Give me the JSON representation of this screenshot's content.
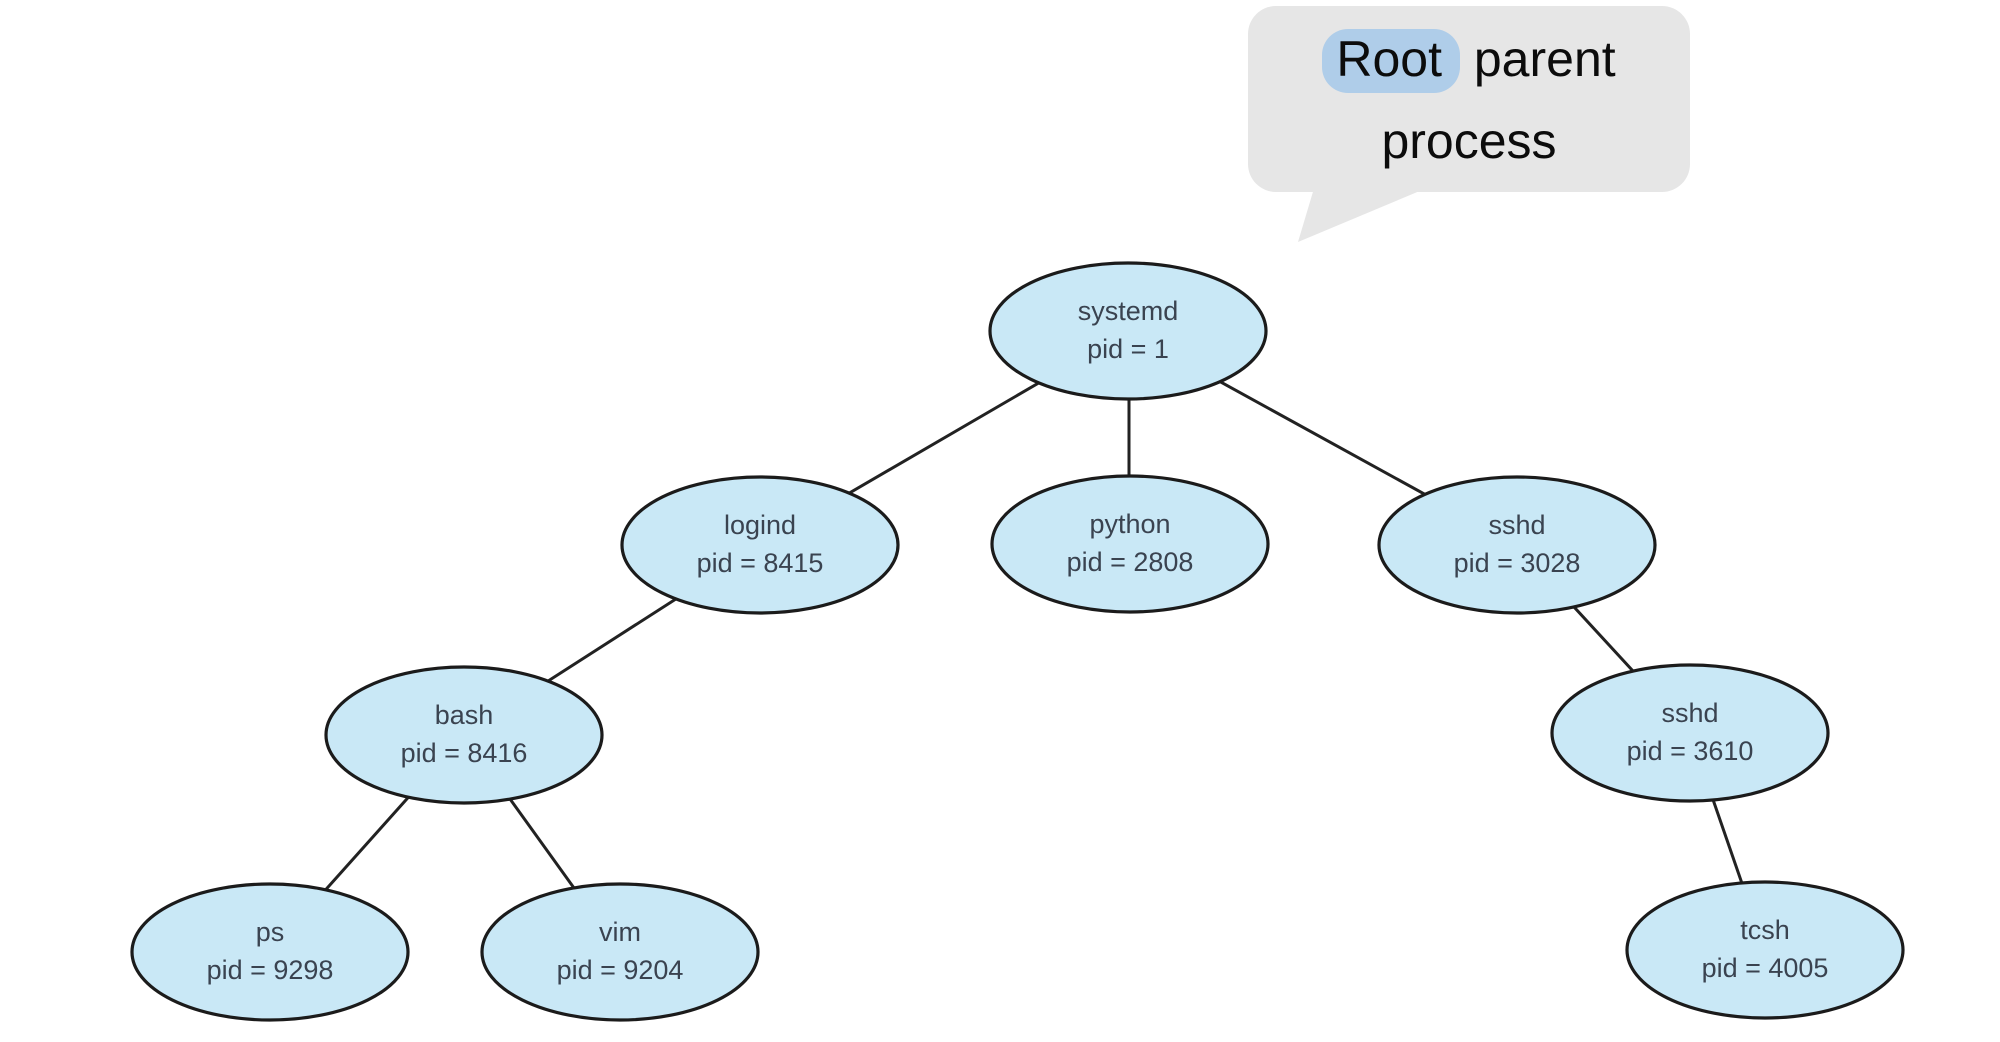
{
  "figure": {
    "description": "Process tree diagram",
    "bubble": {
      "highlight_word": "Root",
      "line1_rest": "parent",
      "line2": "process"
    },
    "colors": {
      "node_fill": "#c9e8f6",
      "node_stroke": "#1b1b1b",
      "node_text": "#3a4350",
      "edge": "#222222",
      "bubble_bg": "#e6e6e6",
      "bubble_highlight": "#afcde9",
      "bubble_text": "#0c0c0c",
      "background": "#ffffff"
    },
    "nodes": [
      {
        "id": "systemd",
        "name": "systemd",
        "pid_label": "pid = 1"
      },
      {
        "id": "logind",
        "name": "logind",
        "pid_label": "pid = 8415"
      },
      {
        "id": "python",
        "name": "python",
        "pid_label": "pid = 2808"
      },
      {
        "id": "sshd-3028",
        "name": "sshd",
        "pid_label": "pid = 3028"
      },
      {
        "id": "bash",
        "name": "bash",
        "pid_label": "pid = 8416"
      },
      {
        "id": "sshd-3610",
        "name": "sshd",
        "pid_label": "pid = 3610"
      },
      {
        "id": "ps",
        "name": "ps",
        "pid_label": "pid = 9298"
      },
      {
        "id": "vim",
        "name": "vim",
        "pid_label": "pid = 9204"
      },
      {
        "id": "tcsh",
        "name": "tcsh",
        "pid_label": "pid = 4005"
      }
    ],
    "edges": [
      {
        "from": "systemd",
        "to": "logind"
      },
      {
        "from": "systemd",
        "to": "python"
      },
      {
        "from": "systemd",
        "to": "sshd-3028"
      },
      {
        "from": "logind",
        "to": "bash"
      },
      {
        "from": "bash",
        "to": "ps"
      },
      {
        "from": "bash",
        "to": "vim"
      },
      {
        "from": "sshd-3028",
        "to": "sshd-3610"
      },
      {
        "from": "sshd-3610",
        "to": "tcsh"
      }
    ]
  }
}
